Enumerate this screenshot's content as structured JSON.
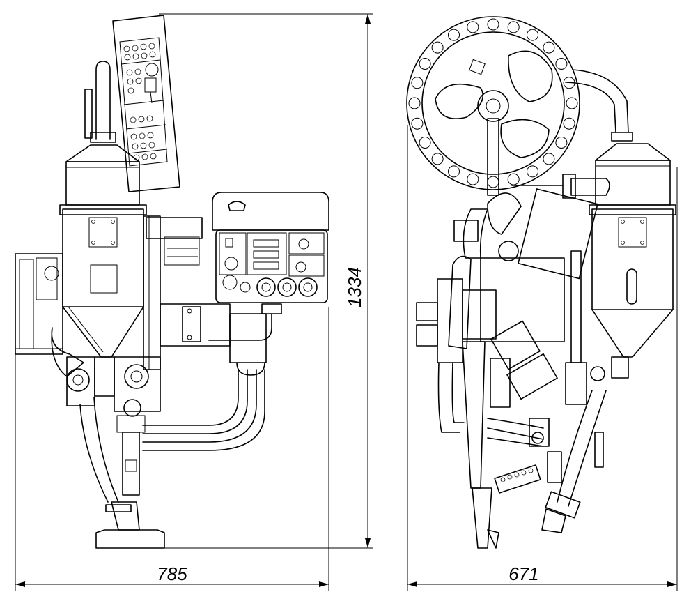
{
  "dimensions": {
    "left_width": "785",
    "right_width": "671",
    "height": "1334"
  },
  "colors": {
    "line": "#000000",
    "background": "#ffffff"
  }
}
